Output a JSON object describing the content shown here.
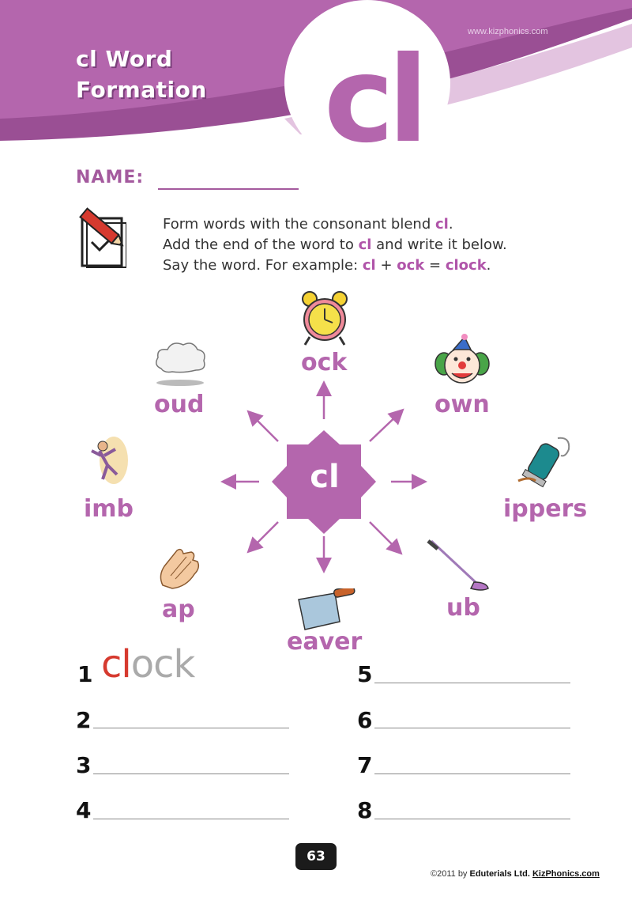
{
  "header": {
    "title_line1": "cl Word",
    "title_line2": "Formation",
    "watermark": "www.kizphonics.com",
    "big_blend": "cl"
  },
  "name_label": "NAME:",
  "instructions": {
    "line1_pre": "Form words with the consonant blend ",
    "line1_blend": "cl",
    "line1_post": ".",
    "line2_pre": "Add the end of the word to ",
    "line2_blend": "cl",
    "line2_post": " and write it below.",
    "line3_pre": "Say the word. For example: ",
    "line3_blend": "cl",
    "line3_plus": " + ",
    "line3_ending": "ock",
    "line3_eq": " = ",
    "line3_word": "clock",
    "line3_end": "."
  },
  "center_blend": "cl",
  "endings": {
    "ock": "ock",
    "own": "own",
    "ippers": "ippers",
    "ub": "ub",
    "eaver": "eaver",
    "ap": "ap",
    "imb": "imb",
    "oud": "oud"
  },
  "pictures": [
    "alarm-clock",
    "clown",
    "clippers",
    "golf-club",
    "cleaver",
    "clapping-hands",
    "climber",
    "cloud"
  ],
  "answers": {
    "numbers": [
      "1",
      "2",
      "3",
      "4",
      "5",
      "6",
      "7",
      "8"
    ],
    "example_blend": "cl",
    "example_ending": "ock"
  },
  "page_number": "63",
  "footer": {
    "copyright": "©2011 by ",
    "publisher": "Eduterials Ltd.",
    "site": "KizPhonics.com"
  },
  "colors": {
    "purple": "#b466ad",
    "dark_purple": "#a45a9e",
    "light_purple": "#d9b3d6",
    "red": "#d63a2f"
  }
}
